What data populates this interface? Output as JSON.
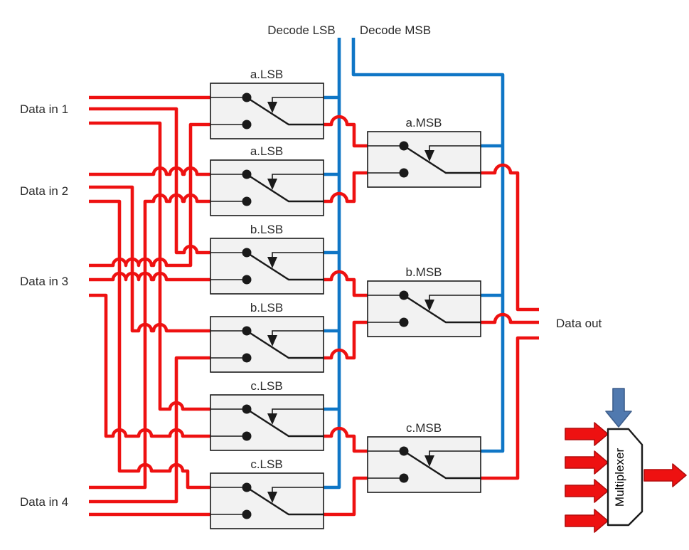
{
  "diagram": {
    "decode": {
      "lsb_label": "Decode LSB",
      "msb_label": "Decode MSB"
    },
    "inputs": {
      "in1": "Data in 1",
      "in2": "Data in 2",
      "in3": "Data in 3",
      "in4": "Data in 4"
    },
    "output_label": "Data out",
    "lsb_switches": [
      "a.LSB",
      "a.LSB",
      "b.LSB",
      "b.LSB",
      "c.LSB",
      "c.LSB"
    ],
    "msb_switches": [
      "a.MSB",
      "b.MSB",
      "c.MSB"
    ],
    "legend": {
      "mux_label": "Multiplexer"
    }
  },
  "colors": {
    "wire_red": "#EE1111",
    "wire_blue": "#0F76C6",
    "box_fill": "#F2F2F2",
    "box_stroke": "#1A1A1A",
    "text_color": "#2B2B2B",
    "arrow_red_fill": "#EE1111",
    "arrow_red_stroke": "#B30D0D",
    "arrow_blue_fill": "#5079AF",
    "arrow_blue_stroke": "#3D5E8C"
  }
}
